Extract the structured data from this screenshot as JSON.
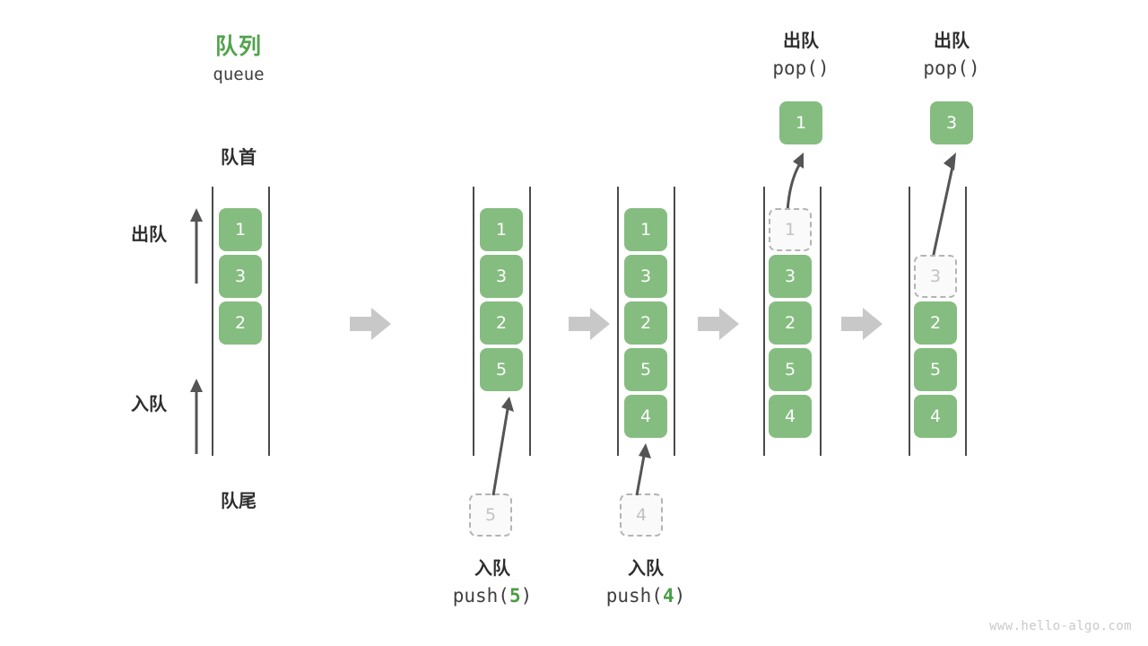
{
  "diagram": {
    "title_cn": "队列",
    "title_en": "queue",
    "front_label": "队首",
    "rear_label": "队尾",
    "dequeue_label": "出队",
    "enqueue_label": "入队",
    "watermark": "www.hello-algo.com",
    "accent_green": "#85bd80",
    "title_green": "#51a34c",
    "ghost_gray": "#c2c2c2",
    "flow_arrow_gray": "#c8c8c8",
    "rail_color": "#4a4a4a"
  },
  "columns": [
    {
      "id": "state-initial",
      "cells": [
        {
          "value": "1",
          "state": "filled"
        },
        {
          "value": "3",
          "state": "filled"
        },
        {
          "value": "2",
          "state": "filled"
        }
      ]
    },
    {
      "id": "state-after-push-5",
      "cells": [
        {
          "value": "1",
          "state": "filled"
        },
        {
          "value": "3",
          "state": "filled"
        },
        {
          "value": "2",
          "state": "filled"
        },
        {
          "value": "5",
          "state": "filled"
        }
      ],
      "incoming": {
        "value": "5",
        "state": "ghost"
      },
      "caption": {
        "cn": "入队",
        "code_prefix": "push(",
        "code_num": "5",
        "code_suffix": ")"
      }
    },
    {
      "id": "state-after-push-4",
      "cells": [
        {
          "value": "1",
          "state": "filled"
        },
        {
          "value": "3",
          "state": "filled"
        },
        {
          "value": "2",
          "state": "filled"
        },
        {
          "value": "5",
          "state": "filled"
        },
        {
          "value": "4",
          "state": "filled"
        }
      ],
      "incoming": {
        "value": "4",
        "state": "ghost"
      },
      "caption": {
        "cn": "入队",
        "code_prefix": "push(",
        "code_num": "4",
        "code_suffix": ")"
      }
    },
    {
      "id": "state-after-pop-1",
      "cells": [
        {
          "value": "1",
          "state": "ghost"
        },
        {
          "value": "3",
          "state": "filled"
        },
        {
          "value": "2",
          "state": "filled"
        },
        {
          "value": "5",
          "state": "filled"
        },
        {
          "value": "4",
          "state": "filled"
        }
      ],
      "outgoing": {
        "value": "1",
        "state": "filled"
      },
      "caption_top": {
        "cn": "出队",
        "code": "pop()"
      }
    },
    {
      "id": "state-after-pop-3",
      "cells": [
        {
          "value": "",
          "state": "empty"
        },
        {
          "value": "3",
          "state": "ghost"
        },
        {
          "value": "2",
          "state": "filled"
        },
        {
          "value": "5",
          "state": "filled"
        },
        {
          "value": "4",
          "state": "filled"
        }
      ],
      "outgoing": {
        "value": "3",
        "state": "filled"
      },
      "caption_top": {
        "cn": "出队",
        "code": "pop()"
      }
    }
  ]
}
